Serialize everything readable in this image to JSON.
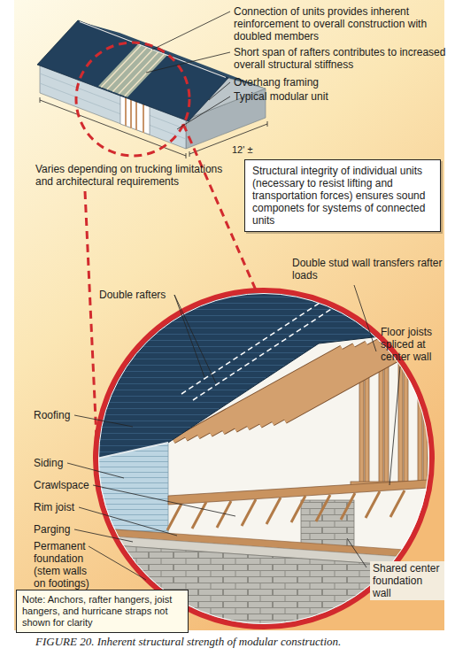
{
  "diagram": {
    "caption": "FIGURE 20. Inherent structural strength of modular construction.",
    "nodes": [
      {
        "text": [
          "Structural integrity of individual units (necessary to resist lifting and transportation forces) ensures sound componets for systems of connected units"
        ]
      },
      {
        "text": [
          "Note: Anchors, rafter hangers, joist hangers, and hurricane straps not shown for clarity"
        ]
      }
    ],
    "labels": [
      "Connection of units provides inherent reinforcement to overall construction with doubled members",
      "Short span of rafters contributes to increased overall structural stiffness",
      "Overhang framing",
      "Typical modular unit",
      "12' ±",
      "Varies depending on trucking limitations and architectural requirements",
      "Double stud wall transfers rafter loads",
      "Double rafters",
      "Roofing",
      "Floor joists spliced at center wall",
      "Siding",
      "Crawlspace",
      "Rim joist",
      "Parging",
      "Permanent foundation (stem walls on footings)",
      "Shared center foundation wall"
    ]
  }
}
